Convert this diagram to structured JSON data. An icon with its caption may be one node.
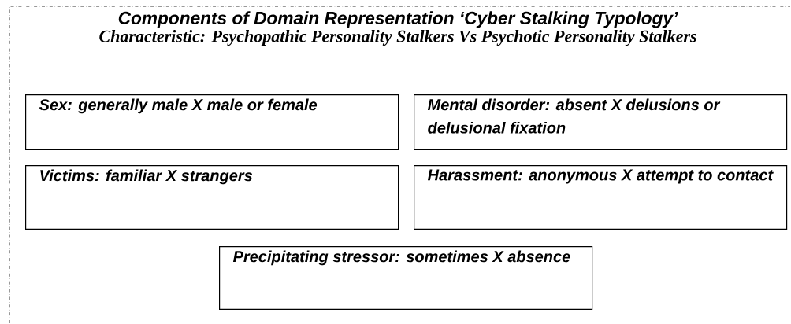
{
  "diagram": {
    "nodes": [
      {
        "text": [
          "Components of Domain Representation ‘Cyber Stalking Typology’",
          "Characteristic: Psychopathic Personality Stalkers Vs Psychotic Personality Stalkers"
        ]
      },
      {
        "text": [
          "Sex: generally male X male or female"
        ],
        "in": 0
      },
      {
        "text": [
          "Mental disorder: absent X delusions or delusional fixation"
        ],
        "in": 0
      },
      {
        "text": [
          "Victims: familiar X strangers"
        ],
        "in": 0
      },
      {
        "text": [
          "Harassment: anonymous X attempt to contact"
        ],
        "in": 0
      },
      {
        "text": [
          "Precipitating stressor: sometimes X absence"
        ],
        "in": 0
      }
    ]
  }
}
